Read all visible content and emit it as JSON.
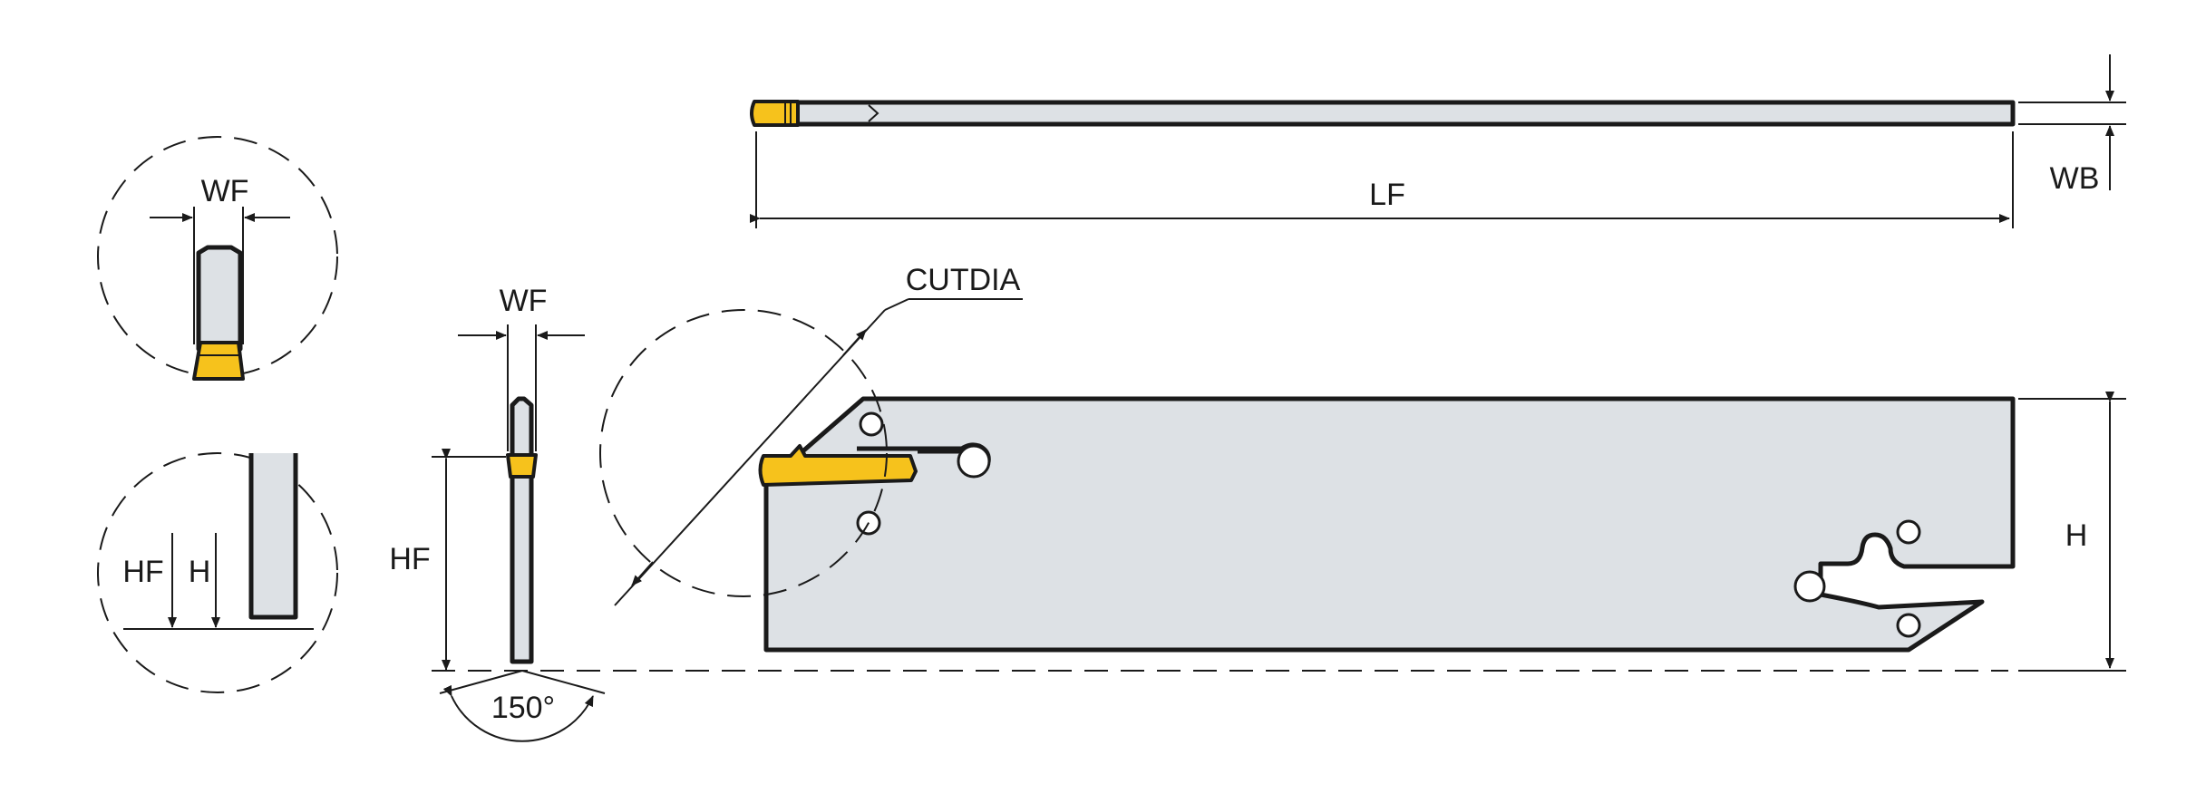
{
  "labels": {
    "wf_detail": "WF",
    "hf_detail": "HF",
    "h_detail": "H",
    "wf_side": "WF",
    "hf_side": "HF",
    "angle": "150°",
    "cutdia": "CUTDIA",
    "lf": "LF",
    "wb": "WB",
    "h_main": "H"
  },
  "colors": {
    "insert": "#f6c21c",
    "body": "#dde1e5",
    "line": "#1a1a1a"
  }
}
